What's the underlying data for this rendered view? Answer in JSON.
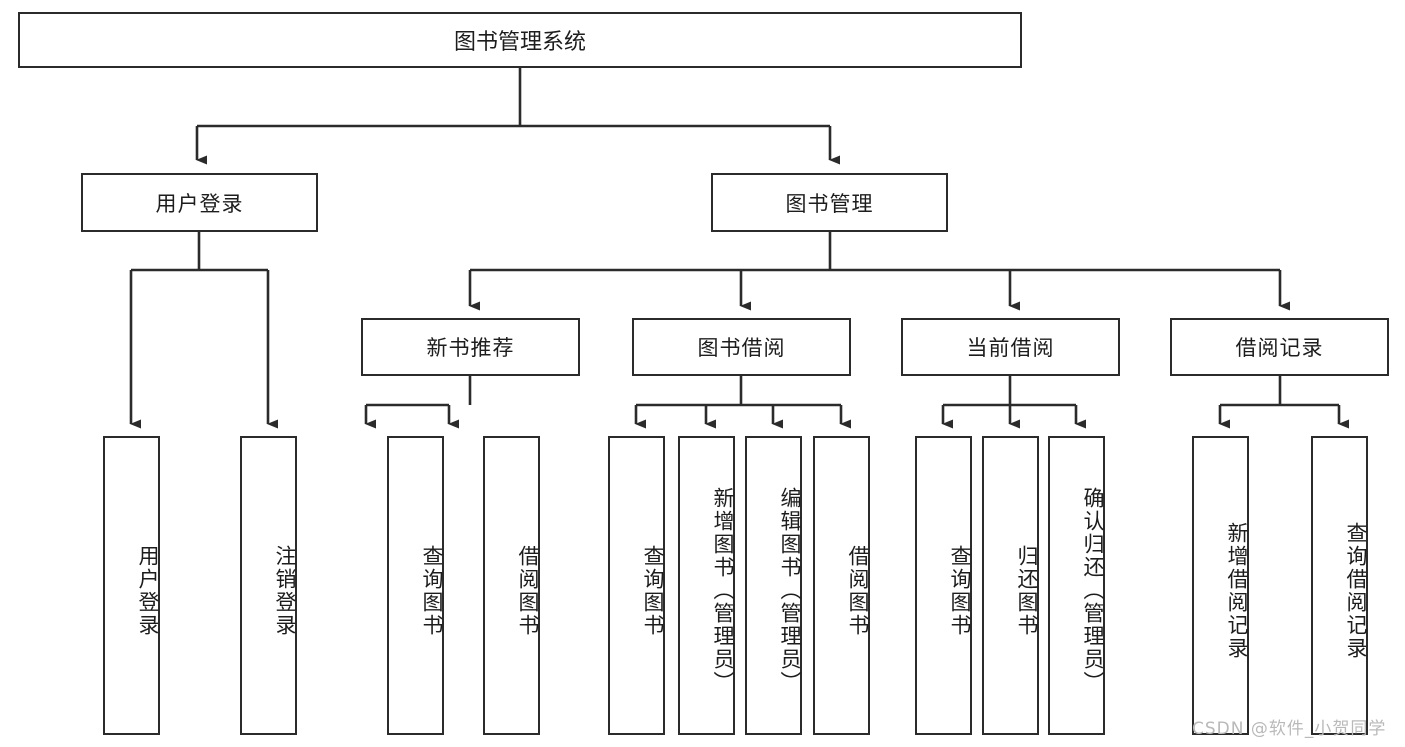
{
  "diagram": {
    "type": "tree",
    "title": "图书管理系统",
    "watermark": "CSDN @软件_小贺同学",
    "colors": {
      "stroke": "#2b2b2b",
      "fill": "#ffffff",
      "text": "#1d1d1d",
      "watermark": "#b9b9b9",
      "background": "#ffffff"
    },
    "nodes": {
      "root": {
        "label": "图书管理系统"
      },
      "level2": [
        {
          "id": "user-login",
          "label": "用户登录"
        },
        {
          "id": "book-manage",
          "label": "图书管理"
        }
      ],
      "level3": [
        {
          "id": "new-book-recommend",
          "label": "新书推荐"
        },
        {
          "id": "book-borrow",
          "label": "图书借阅"
        },
        {
          "id": "current-borrow",
          "label": "当前借阅"
        },
        {
          "id": "borrow-record",
          "label": "借阅记录"
        }
      ],
      "leaves": {
        "user-login": [
          {
            "id": "leaf-user-login",
            "label": "用户登录"
          },
          {
            "id": "leaf-logout-login",
            "label": "注销登录"
          }
        ],
        "new-book-recommend": [
          {
            "id": "leaf-query-book-1",
            "label": "查询图书"
          },
          {
            "id": "leaf-borrow-book-1",
            "label": "借阅图书"
          }
        ],
        "book-borrow": [
          {
            "id": "leaf-query-book-2",
            "label": "查询图书"
          },
          {
            "id": "leaf-add-book",
            "label": "新增图书（管理员）"
          },
          {
            "id": "leaf-edit-book",
            "label": "编辑图书（管理员）"
          },
          {
            "id": "leaf-borrow-book-2",
            "label": "借阅图书"
          }
        ],
        "current-borrow": [
          {
            "id": "leaf-query-book-3",
            "label": "查询图书"
          },
          {
            "id": "leaf-return-book",
            "label": "归还图书"
          },
          {
            "id": "leaf-confirm-return",
            "label": "确认归还（管理员）"
          }
        ],
        "borrow-record": [
          {
            "id": "leaf-add-record",
            "label": "新增借阅记录"
          },
          {
            "id": "leaf-query-record",
            "label": "查询借阅记录"
          }
        ]
      }
    }
  }
}
